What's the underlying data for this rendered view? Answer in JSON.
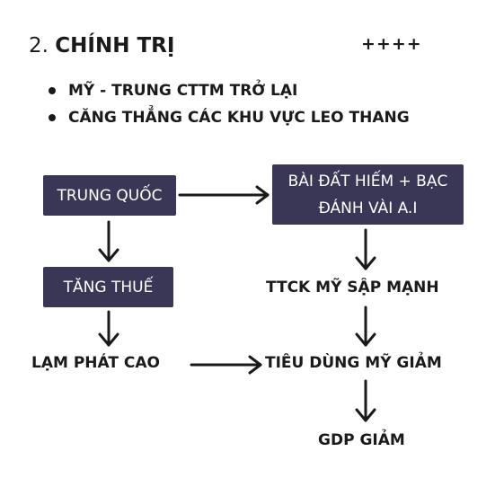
{
  "heading": {
    "number": "2.",
    "title": "CHÍNH TRỊ",
    "rating": "++++"
  },
  "bullets": [
    "MỸ - TRUNG CTTM TRỞ LẠI",
    "CĂNG THẲNG CÁC KHU VỰC LEO THANG"
  ],
  "diagram": {
    "nodes": {
      "trung_quoc": "TRUNG QUỐC",
      "tang_thue": "TĂNG THUẾ",
      "bai_dat_hiem_line1": "BÀI ĐẤT HIẾM + BẠC",
      "bai_dat_hiem_line2": "ĐÁNH VÀI A.I",
      "ttck": "TTCK MỸ SẬP MẠNH",
      "lam_phat": "LẠM PHÁT CAO",
      "tieu_dung": "TIÊU DÙNG MỸ GIẢM",
      "gdp": "GDP GIẢM"
    },
    "edges": [
      [
        "trung_quoc",
        "bai_dat_hiem"
      ],
      [
        "trung_quoc",
        "tang_thue"
      ],
      [
        "tang_thue",
        "lam_phat"
      ],
      [
        "bai_dat_hiem",
        "ttck"
      ],
      [
        "ttck",
        "tieu_dung"
      ],
      [
        "lam_phat",
        "tieu_dung"
      ],
      [
        "tieu_dung",
        "gdp"
      ]
    ],
    "colors": {
      "box": "#3a3656",
      "box_text": "#ffffff",
      "arrow": "#1a1a1a"
    }
  }
}
